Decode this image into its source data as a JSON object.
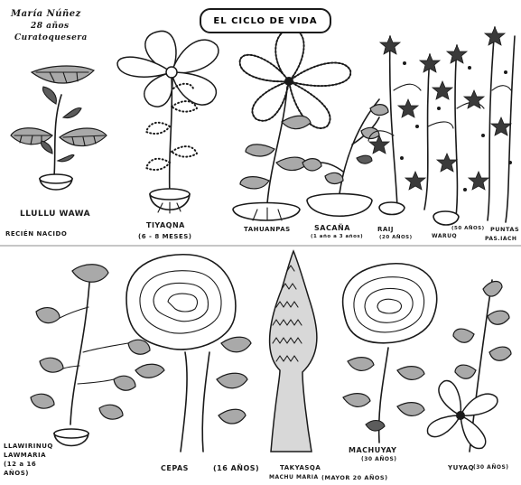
{
  "author": {
    "name": "María Núñez",
    "age": "28 años",
    "occupation": "Curatoquesera"
  },
  "title": "EL CICLO DE VIDA",
  "stages_top": [
    {
      "name": "LLULLU WAWA",
      "note": "RECIÉN NACIDO"
    },
    {
      "name": "TIYAQNA",
      "note": "(6 - 8 MESES)"
    },
    {
      "name": "TAHUANPAS",
      "note": ""
    },
    {
      "name": "SACAÑA",
      "note": "(1 año a 3 años)"
    },
    {
      "name": "RAIJ",
      "note": "(20 AÑOS)"
    },
    {
      "name": "WARUQ",
      "note": "(50 AÑOS)"
    },
    {
      "name": "PUNTAS",
      "note": "PAS.IACH"
    }
  ],
  "stages_bottom": [
    {
      "name": "LLAWIRINUQ LAWMARIA",
      "note": "(12 a 16 AÑOS)"
    },
    {
      "name": "CEPAS",
      "note": "(16 AÑOS)"
    },
    {
      "name": "TAKYASQA",
      "note": "MACHU MARIA"
    },
    {
      "name": "MACHUYAY",
      "note": "(30 AÑOS)"
    },
    {
      "name": "",
      "note": "(MAYOR 20 AÑOS)"
    },
    {
      "name": "YUYAQ",
      "note": "(30 AÑOS)"
    }
  ],
  "colors": {
    "ink": "#1a1a1a",
    "leaf_light": "#a9a9a9",
    "leaf_dark": "#5c5c5c",
    "paper": "#ffffff"
  }
}
